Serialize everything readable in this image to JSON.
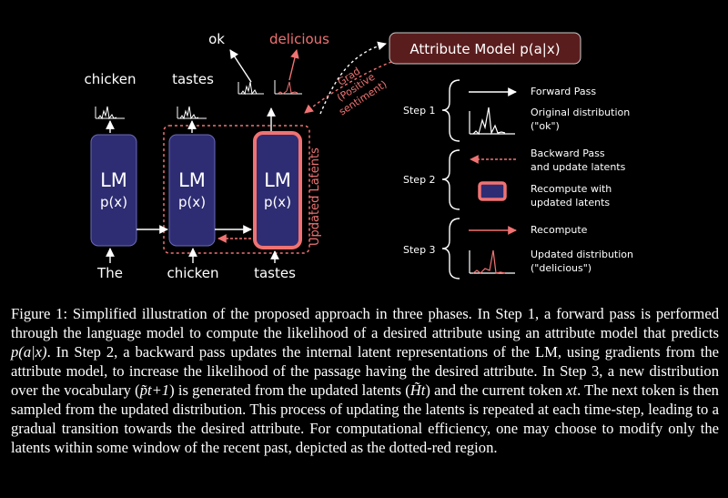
{
  "figure": {
    "lm_blocks": [
      {
        "title": "LM",
        "subtitle": "p(x)",
        "input": "The",
        "output": "chicken"
      },
      {
        "title": "LM",
        "subtitle": "p(x)",
        "input": "chicken",
        "output": "tastes"
      },
      {
        "title": "LM",
        "subtitle": "p(x)",
        "input": "tastes"
      }
    ],
    "outputs": {
      "ok": "ok",
      "delicious": "delicious"
    },
    "attribute_model": "Attribute Model p(a|x)",
    "grad_label": [
      "Grad",
      "(Positive",
      "sentiment)"
    ],
    "updated_latents": "Updated Latents",
    "legend": {
      "step1": {
        "label": "Step 1",
        "arrow_text": "Forward Pass",
        "dist_text": [
          "Original distribution",
          "(\"ok\")"
        ]
      },
      "step2": {
        "label": "Step 2",
        "arrow_text": [
          "Backward Pass",
          "and update latents"
        ],
        "box_text": [
          "Recompute with",
          "updated latents"
        ]
      },
      "step3": {
        "label": "Step 3",
        "arrow_text": "Recompute",
        "dist_text": [
          "Updated distribution",
          "(\"delicious\")"
        ]
      }
    },
    "colors": {
      "lm_fill": "#2e2d73",
      "accent": "#f07272",
      "attr_fill": "#5a1d1d",
      "text": "#ffffff"
    }
  },
  "caption": {
    "p1": "Figure 1: Simplified illustration of the proposed approach in three phases. In Step 1, a forward pass is performed through the language model to compute the likelihood of a desired attribute using an attribute model that predicts ",
    "m1": "p(a|x)",
    "p2": ". In Step 2, a backward pass updates the internal latent represen­tations of the LM, using gradients from the attribute model, to increase the likelihood of the passage having the desired attribute. In Step 3, a new distribution over the vocabulary (",
    "m2": "p̃t+1",
    "p3": ") is generated from the updated latents (",
    "m3": "H̃t",
    "p4": ") and the current token ",
    "m4": "xt",
    "p5": ". The next token is then sampled from the updated distribution. This process of updating the latents is repeated at each time-step, leading to a gradual transition towards the desired attribute. For computational efficiency, one may choose to modify only the latents within some window of the recent past, depicted as the dotted-red region."
  }
}
